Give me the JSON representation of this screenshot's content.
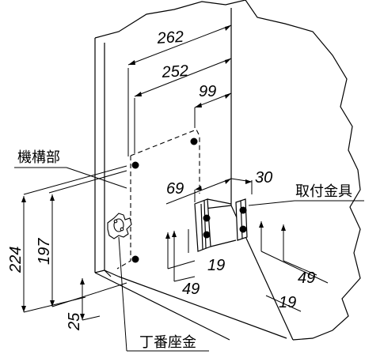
{
  "diagram": {
    "labels": {
      "mechanism": "機構部",
      "mounting_bracket": "取付金具",
      "hinge_plate": "丁番座金"
    },
    "dimensions": {
      "top_262": "262",
      "top_252": "252",
      "top_99": "99",
      "mid_69": "69",
      "right_30": "30",
      "left_224": "224",
      "left_197": "197",
      "left_25": "25",
      "bottom_19_left": "19",
      "bottom_49_left": "49",
      "right_49": "49",
      "right_19": "19"
    },
    "colors": {
      "stroke": "#000000",
      "background": "#ffffff"
    }
  }
}
